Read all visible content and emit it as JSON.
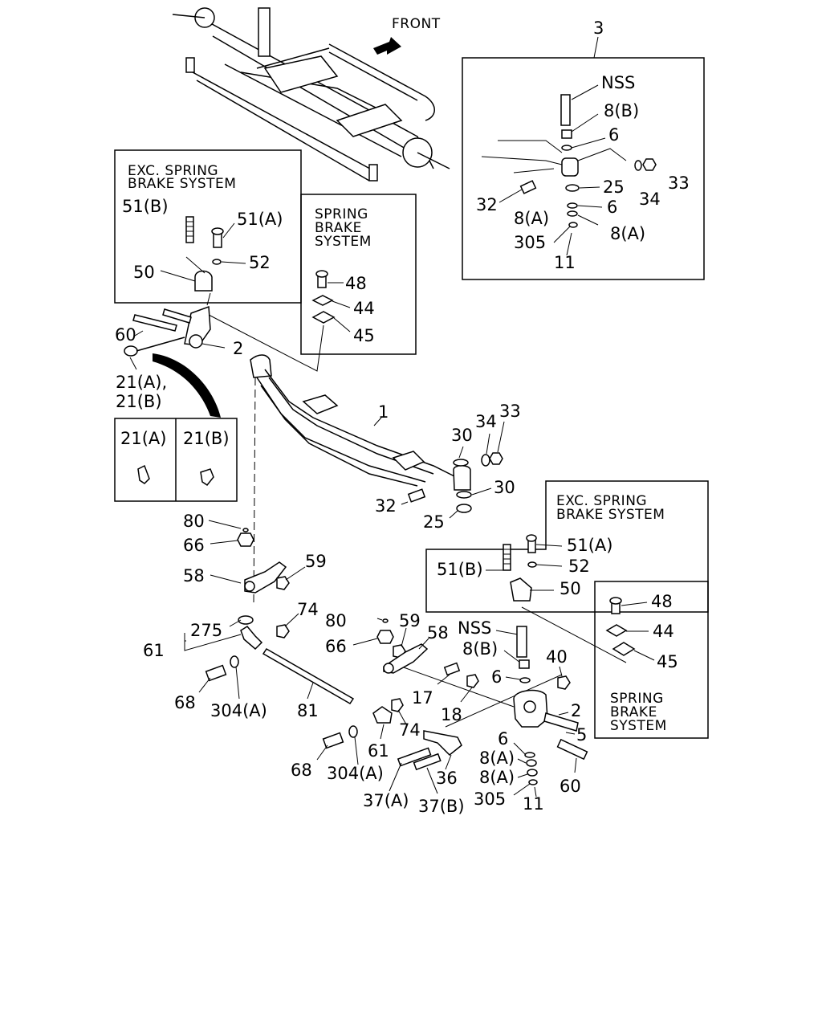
{
  "front_label": "FRONT",
  "callouts": {
    "c3": "3",
    "c_nss_top": "NSS",
    "c8b_top": "8(B)",
    "c6_top": "6",
    "c34_top": "34",
    "c33_top": "33",
    "c32_top": "32",
    "c25_top": "25",
    "c6b_top": "6",
    "c8a_top": "8(A)",
    "c305_top": "305",
    "c8a2_top": "8(A)",
    "c11_top": "11",
    "c51b_left": "51(B)",
    "c51a_left": "51(A)",
    "c52_left": "52",
    "c50_left": "50",
    "c60_left": "60",
    "c2_left": "2",
    "c21ab_1": "21(A),",
    "c21ab_2": "21(B)",
    "c48_left": "48",
    "c44_left": "44",
    "c45_left": "45",
    "c1": "1",
    "c30a": "30",
    "c34_mid": "34",
    "c33_mid": "33",
    "c30b": "30",
    "c32_mid": "32",
    "c25_mid": "25",
    "c80a": "80",
    "c66a": "66",
    "c59a": "59",
    "c58a": "58",
    "c74a": "74",
    "c275": "275",
    "c61a": "61",
    "c68a": "68",
    "c304a": "304(A)",
    "c81": "81",
    "c80b": "80",
    "c59b": "59",
    "c58b": "58",
    "c66b": "66",
    "c17": "17",
    "c18": "18",
    "c74b": "74",
    "c61b": "61",
    "c68b": "68",
    "c304b": "304(A)",
    "c37a": "37(A)",
    "c37b": "37(B)",
    "c36": "36",
    "c51b_right": "51(B)",
    "c51a_right": "51(A)",
    "c52_right": "52",
    "c50_right": "50",
    "c48_right": "48",
    "c44_right": "44",
    "c45_right": "45",
    "c_nss_mid": "NSS",
    "c8b_mid": "8(B)",
    "c6_mid": "6",
    "c40": "40",
    "c2_right": "2",
    "c5": "5",
    "c6_low": "6",
    "c8a_low": "8(A)",
    "c8a2_low": "8(A)",
    "c305_low": "305",
    "c11_low": "11",
    "c60_right": "60"
  },
  "boxes": {
    "exc_left": [
      "EXC. SPRING",
      "BRAKE SYSTEM"
    ],
    "spring_left": [
      "SPRING",
      "BRAKE",
      "SYSTEM"
    ],
    "exc_right": [
      "EXC. SPRING",
      "BRAKE SYSTEM"
    ],
    "spring_right": [
      "SPRING",
      "BRAKE",
      "SYSTEM"
    ],
    "fitting_a": "21(A)",
    "fitting_b": "21(B)"
  }
}
